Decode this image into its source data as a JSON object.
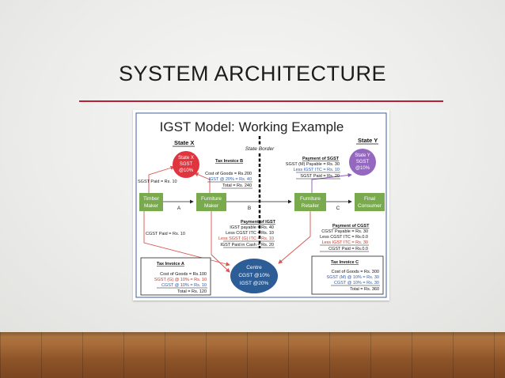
{
  "slide": {
    "title": "SYSTEM ARCHITECTURE"
  },
  "figure": {
    "title": "IGST Model: Working Example",
    "state_x": "State X",
    "state_y": "State Y",
    "border_label": "State Border",
    "circle_x": [
      "State X",
      "SGST",
      "@10%"
    ],
    "circle_y": [
      "State Y",
      "SGST",
      "@10%"
    ],
    "centre": [
      "Centre",
      "CGST @10%",
      "IGST @20%"
    ],
    "sgst_paid_x": "SGST Paid = Rs. 10",
    "cgst_paid_x": "CGST Paid = Rs. 10",
    "actors": {
      "timber": [
        "Timber",
        "Maker"
      ],
      "furniture_maker": [
        "Furniture",
        "Maker"
      ],
      "furniture_retailer": [
        "Furniture",
        "Retailer"
      ],
      "final_consumer": [
        "Final",
        "Consumer"
      ]
    },
    "points": {
      "a": "A",
      "b": "B",
      "c": "C"
    },
    "invoice_b": [
      "Tax Invoice B",
      "Cost of Goods = Rs.200",
      "IGST @ 20% = Rs.  40",
      "Total = Rs. 240"
    ],
    "payment_sgst": [
      "Payment of SGST",
      "SGST (M) Payable = Rs. 30",
      "Less IGST ITC = Rs. 10",
      "SGST Paid = Rs. 20"
    ],
    "payment_igst": [
      "Payment of IGST",
      "IGST payable = Rs. 40",
      "Less CGST ITC = Rs. 10",
      "Less SGST (G) ITC = Rs. 10",
      "IGST Paid in Cash = Rs. 20"
    ],
    "payment_cgst": [
      "Payment of CGST",
      "CGST Payable = Rs. 30",
      "Less CGST ITC = Rs.0.0",
      "Less IGST ITC = Rs. 30",
      "CGST Paid = Rs.0.0"
    ],
    "invoice_a": [
      "Tax Invoice A",
      "Cost of Goods = Rs.100",
      "SGST (G) @ 10% = Rs.   10",
      "CGST @ 10% = Rs.   10",
      "Total = Rs.  120"
    ],
    "invoice_c": [
      "Tax Invoice C",
      "Cost of Goods = Rs. 300",
      "SGST (M) @ 10% = Rs.   30",
      "CGST @ 10% = Rs.   30",
      "Total = Rs. 360"
    ],
    "colors": {
      "green": "#7aaa4e",
      "red_circle": "#e0343e",
      "purple_circle": "#9468bf",
      "centre_circle": "#2d5d96",
      "arrow_red": "#d9534f",
      "arrow_purple": "#8a5ab8",
      "text_red": "#c0392b",
      "text_blue": "#2f5aa8",
      "frame_blue": "#3a5f9c"
    }
  }
}
